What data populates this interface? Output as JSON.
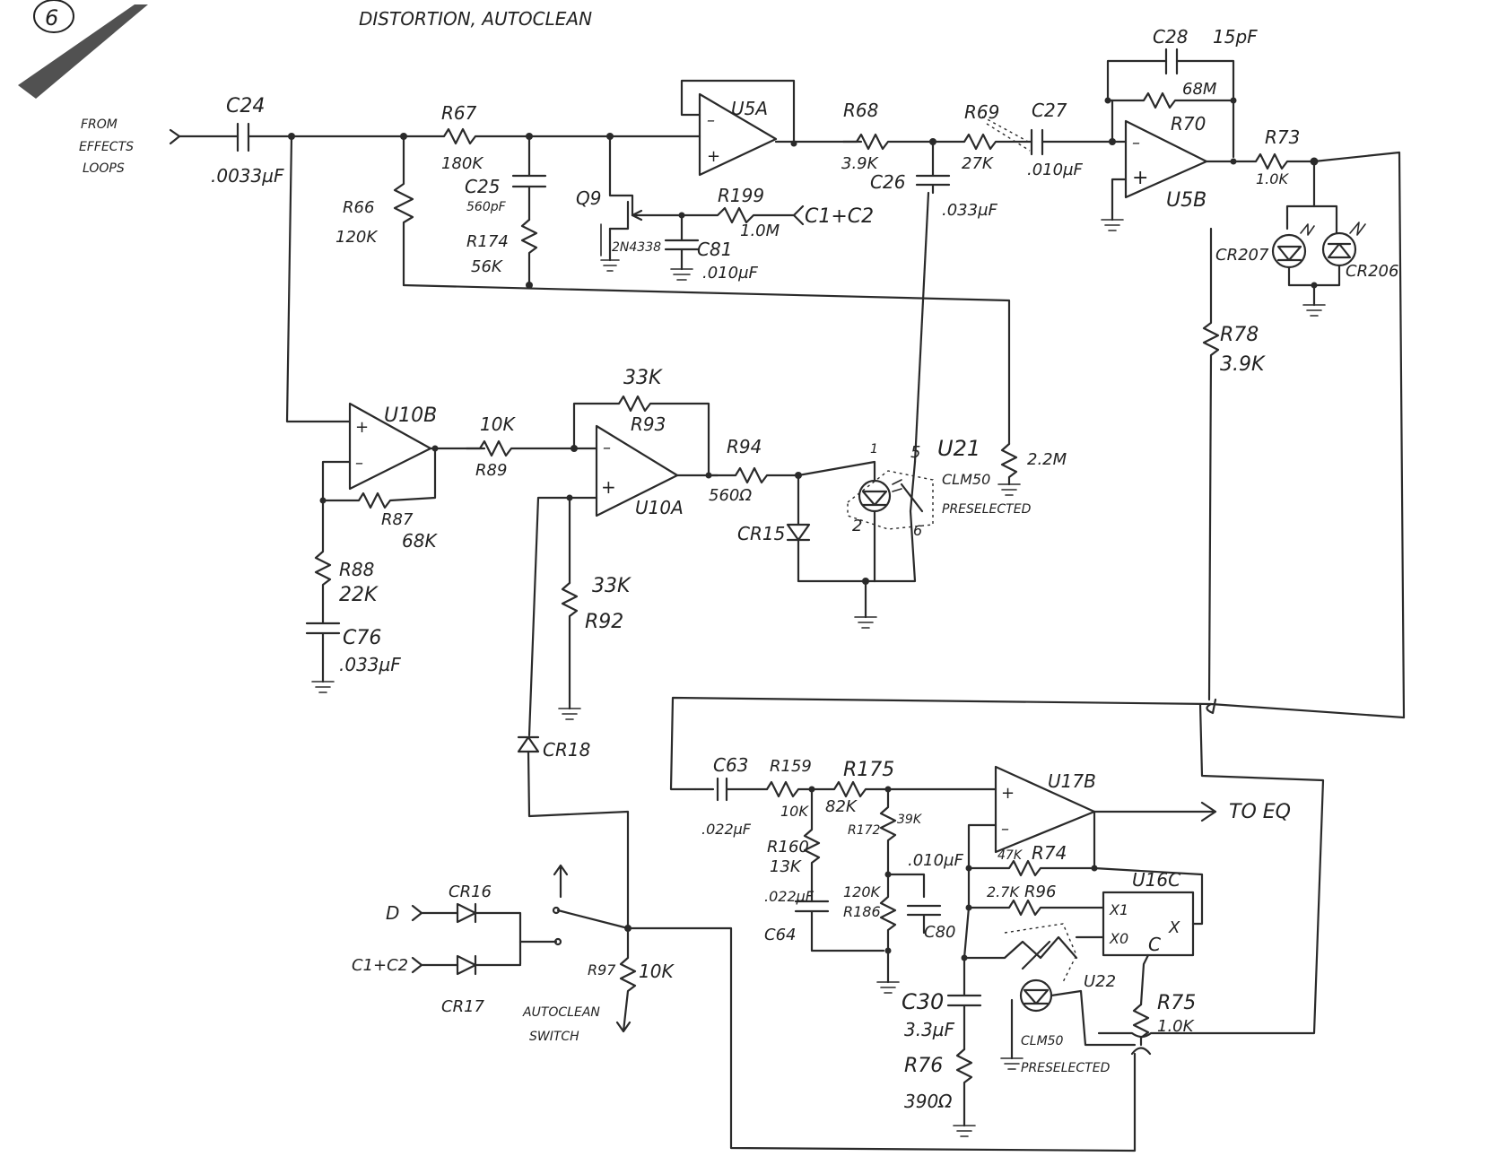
{
  "page_number": "6",
  "title": "DISTORTION, AUTOCLEAN",
  "labels": {
    "input_label": [
      "FROM",
      "EFFECTS",
      "LOOPS"
    ],
    "c24": "C24",
    "c24_val": ".0033µF",
    "r67": "R67",
    "r67_val": "180K",
    "r66": "R66",
    "r66_val": "120K",
    "c25": "C25",
    "c25_val": "560pF",
    "r174": "R174",
    "r174_val": "56K",
    "q9": "Q9",
    "q9_part": "2N4338",
    "u5a": "U5A",
    "r199": "R199",
    "r199_val": "1.0M",
    "c81": "C81",
    "c81_val": ".010µF",
    "c1c2_in": "C1+C2",
    "r68": "R68",
    "r68_val": "3.9K",
    "c26": "C26",
    "c26_val": ".033µF",
    "r69": "R69",
    "r69_val": "27K",
    "c27": "C27",
    "c27_val": ".010µF",
    "c28": "C28",
    "c28_val": "15pF",
    "r70": "R70",
    "r70_val": "68M",
    "u5b": "U5B",
    "r73": "R73",
    "r73_val": "1.0K",
    "cr207": "CR207",
    "cr206": "CR206",
    "r78": "R78",
    "r78_val": "3.9K",
    "u10b": "U10B",
    "r89": "R89",
    "r89_val": "10K",
    "r87": "R87",
    "r87_val": "68K",
    "r88": "R88",
    "r88_val": "22K",
    "c76": "C76",
    "c76_val": ".033µF",
    "r93": "R93",
    "r93_val": "33K",
    "u10a": "U10A",
    "r94": "R94",
    "r94_val": "560Ω",
    "cr15": "CR15",
    "r92": "R92",
    "r92_val": "33K",
    "u21": "U21",
    "u21_part": "CLM50",
    "u21_note": "PRESELECTED",
    "pin1": "1",
    "pin2": "2",
    "pin5": "5",
    "pin6": "6",
    "r_22m": "2.2M",
    "cr18": "CR18",
    "d_in": "D",
    "c1c2_in2": "C1+C2",
    "cr16": "CR16",
    "cr17": "CR17",
    "r97": "R97",
    "r97_val": "10K",
    "switch_label": [
      "AUTOCLEAN",
      "SWITCH"
    ],
    "c63": "C63",
    "c63_val": ".022µF",
    "r159": "R159",
    "r159_val": "10K",
    "r175": "R175",
    "r175_val": "82K",
    "r160": "R160",
    "r160_val": "13K",
    "r172": "R172",
    "r172_val": "39K",
    "c64": "C64",
    "c64_val": ".022µF",
    "r186": "R186",
    "r186_val": "120K",
    "c80": "C80",
    "c80_val": ".010µF",
    "u17b": "U17B",
    "out_label": "TO EQ",
    "r74": "R74",
    "r74_val": "47K",
    "r96": "R96",
    "r96_val": "2.7K",
    "u16c": "U16C",
    "u16_x1": "X1",
    "u16_x0": "X0",
    "u16_c": "C",
    "u16_x": "X",
    "u22": "U22",
    "u22_part": "CLM50",
    "u22_note": "PRESELECTED",
    "c30": "C30",
    "c30_val": "3.3µF",
    "r76": "R76",
    "r76_val": "390Ω",
    "r75": "R75",
    "r75_val": "1.0K"
  }
}
